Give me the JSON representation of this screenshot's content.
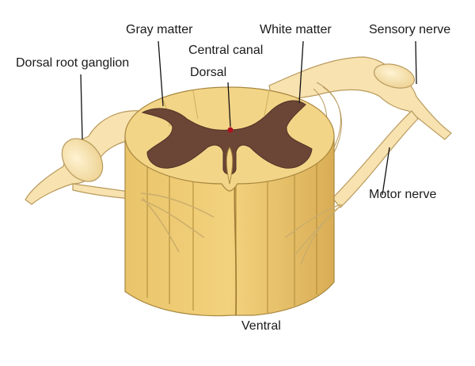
{
  "labels": {
    "gray_matter": "Gray matter",
    "white_matter": "White matter",
    "sensory_nerve": "Sensory nerve",
    "central_canal": "Central canal",
    "dorsal_root_ganglion": "Dorsal root ganglion",
    "dorsal": "Dorsal",
    "motor_nerve": "Motor nerve",
    "ventral": "Ventral"
  },
  "colors": {
    "background": "#ffffff",
    "white_matter_fill": "#f3d588",
    "white_matter_side": "#e7bf62",
    "white_matter_shade": "#d6a84a",
    "gray_matter_fill": "#6b4636",
    "nerve_fill": "#f7e2b0",
    "nerve_outline": "#b99a5c",
    "central_canal": "#b01020",
    "leader_line": "#111111"
  }
}
